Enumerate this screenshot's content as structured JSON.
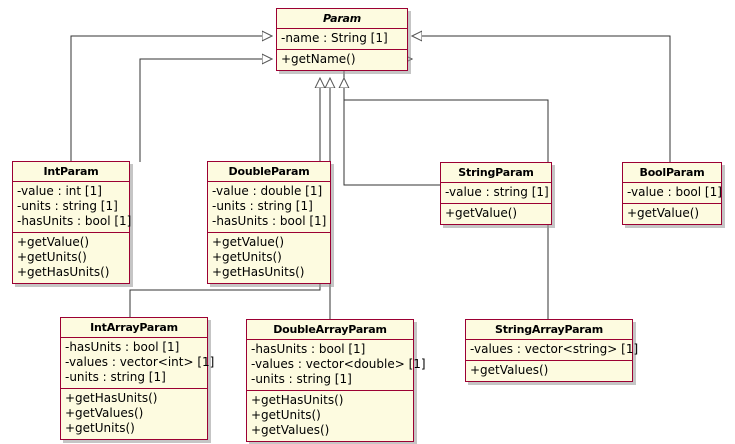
{
  "diagram": {
    "title": "Param class hierarchy",
    "type": "uml-class-diagram",
    "colors": {
      "class_fill": "#fdfbe0",
      "class_border": "#9c0033",
      "line": "#333333",
      "background": "#ffffff",
      "shadow": "#969696"
    },
    "relationship": "generalization"
  },
  "classes": {
    "param": {
      "name": "Param",
      "abstract": true,
      "attributes": [
        "-name : String [1]"
      ],
      "operations": [
        "+getName()"
      ]
    },
    "int_param": {
      "name": "IntParam",
      "abstract": false,
      "attributes": [
        "-value : int [1]",
        "-units : string [1]",
        "-hasUnits : bool [1]"
      ],
      "operations": [
        "+getValue()",
        "+getUnits()",
        "+getHasUnits()"
      ]
    },
    "double_param": {
      "name": "DoubleParam",
      "abstract": false,
      "attributes": [
        "-value : double [1]",
        "-units : string [1]",
        "-hasUnits : bool [1]"
      ],
      "operations": [
        "+getValue()",
        "+getUnits()",
        "+getHasUnits()"
      ]
    },
    "string_param": {
      "name": "StringParam",
      "abstract": false,
      "attributes": [
        "-value : string [1]"
      ],
      "operations": [
        "+getValue()"
      ]
    },
    "bool_param": {
      "name": "BoolParam",
      "abstract": false,
      "attributes": [
        "-value : bool [1]"
      ],
      "operations": [
        "+getValue()"
      ]
    },
    "int_array_param": {
      "name": "IntArrayParam",
      "abstract": false,
      "attributes": [
        "-hasUnits : bool [1]",
        "-values : vector<int> [1]",
        "-units : string [1]"
      ],
      "operations": [
        "+getHasUnits()",
        "+getValues()",
        "+getUnits()"
      ]
    },
    "double_array_param": {
      "name": "DoubleArrayParam",
      "abstract": false,
      "attributes": [
        "-hasUnits : bool [1]",
        "-values : vector<double> [1]",
        "-units : string [1]"
      ],
      "operations": [
        "+getHasUnits()",
        "+getUnits()",
        "+getValues()"
      ]
    },
    "string_array_param": {
      "name": "StringArrayParam",
      "abstract": false,
      "attributes": [
        "-values : vector<string> [1]"
      ],
      "operations": [
        "+getValues()"
      ]
    }
  }
}
